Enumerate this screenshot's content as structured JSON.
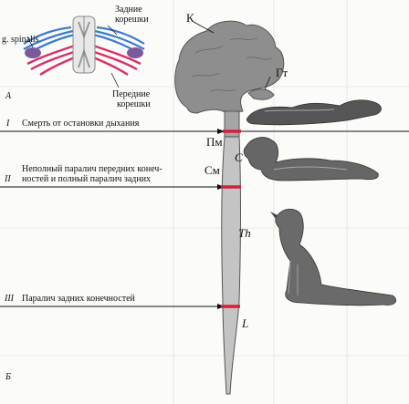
{
  "panel_a": {
    "letter": "A",
    "ganglion": "g. spinalis",
    "dorsal_roots_1": "Задние",
    "dorsal_roots_2": "корешки",
    "ventral_roots_1": "Передние",
    "ventral_roots_2": "корешки"
  },
  "panel_b": {
    "letter": "Б",
    "cortex": "К",
    "hypothalamus": "Гт",
    "pons": "Пм",
    "medulla": "См",
    "cervical": "C",
    "thoracic": "Th",
    "lumbar": "L"
  },
  "sections": [
    {
      "num": "I",
      "text": "Смерть от остановки дыхания"
    },
    {
      "num": "II",
      "text_1": "Неполный паралич передних конеч-",
      "text_2": "ностей и полный паралич задних"
    },
    {
      "num": "III",
      "text": "Паралич задних конечностей"
    }
  ],
  "colors": {
    "cut": "#d42038",
    "brain": "#8e8e8e",
    "cord": "#c4c4c4",
    "ventral": "#d8306a",
    "dorsal": "#3d7ad0"
  }
}
